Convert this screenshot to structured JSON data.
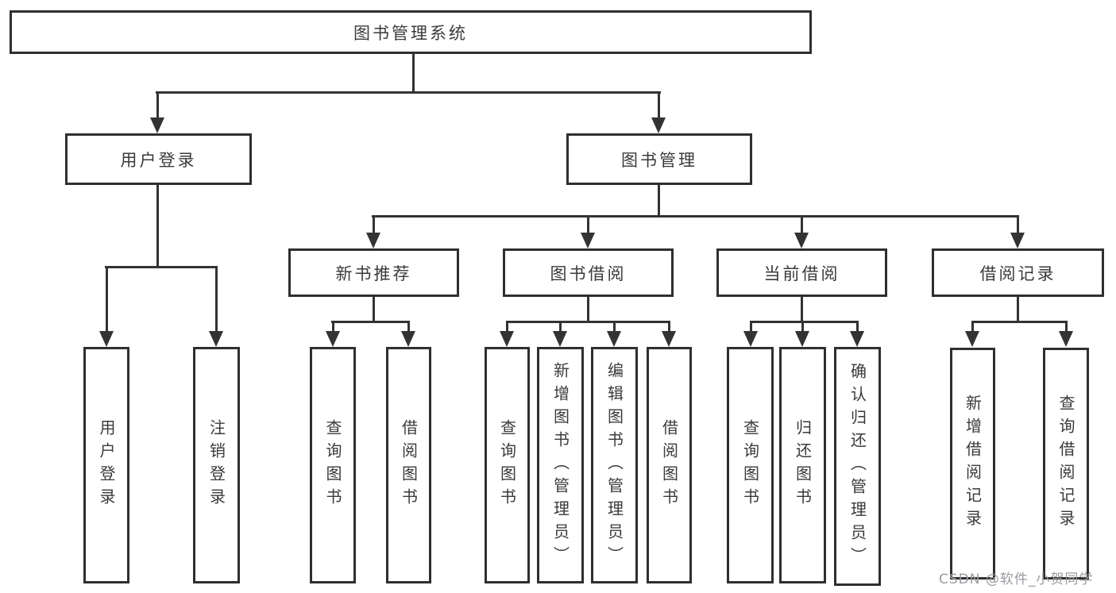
{
  "diagram": {
    "root": {
      "label": "图书管理系统"
    },
    "level1": [
      {
        "label": "用户登录"
      },
      {
        "label": "图书管理"
      }
    ],
    "level2": [
      {
        "label": "新书推荐"
      },
      {
        "label": "图书借阅"
      },
      {
        "label": "当前借阅"
      },
      {
        "label": "借阅记录"
      }
    ],
    "leaves": {
      "user_login": [
        {
          "label": "用户登录"
        },
        {
          "label": "注销登录"
        }
      ],
      "new_book": [
        {
          "label": "查询图书"
        },
        {
          "label": "借阅图书"
        }
      ],
      "book_borrow": [
        {
          "label": "查询图书"
        },
        {
          "label": "新增图书（管理员）"
        },
        {
          "label": "编辑图书（管理员）"
        },
        {
          "label": "借阅图书"
        }
      ],
      "current_borrow": [
        {
          "label": "查询图书"
        },
        {
          "label": "归还图书"
        },
        {
          "label": "确认归还（管理员）"
        }
      ],
      "borrow_record": [
        {
          "label": "新增借阅记录"
        },
        {
          "label": "查询借阅记录"
        }
      ]
    },
    "colors": {
      "line": "#333333",
      "box_border": "#2f2f2f",
      "text": "#3a3a3a",
      "watermark": "#9b9ba1",
      "background": "#ffffff"
    },
    "watermark": {
      "text": "CSDN @软件_小贺同学"
    }
  }
}
